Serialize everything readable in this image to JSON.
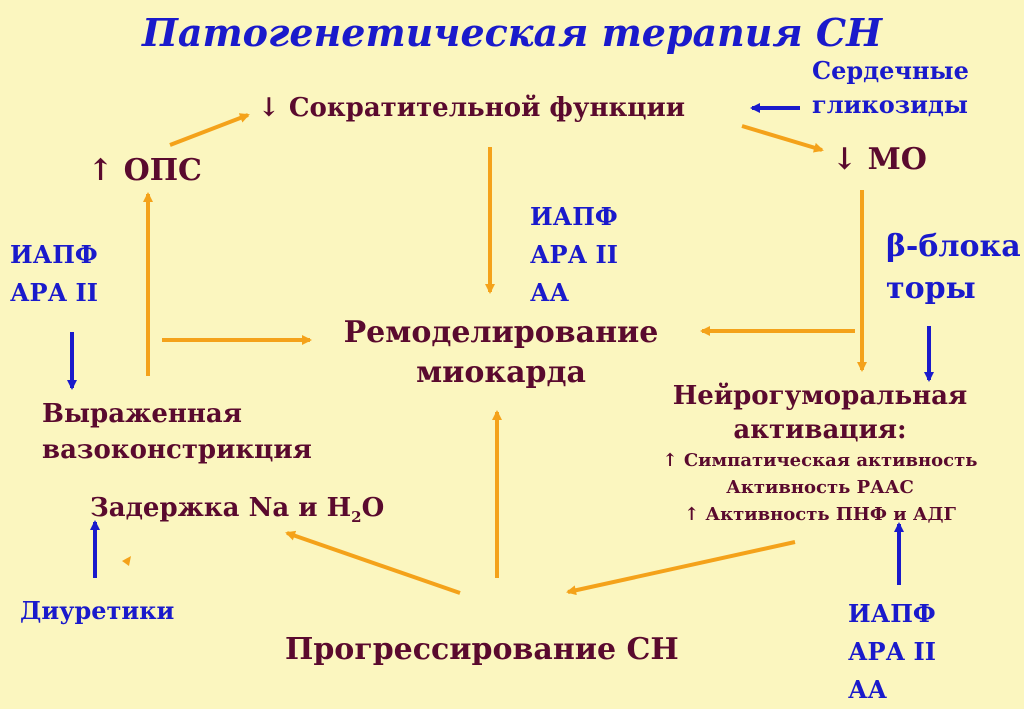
{
  "title": "Патогенетическая терапия СН",
  "nodes": {
    "contractility": "↓ Сократительной функции",
    "mo": "↓ МО",
    "ops": "↑ ОПС",
    "remodeling": [
      "Ремоделирование",
      "миокарда"
    ],
    "vasoconstriction": [
      "Выраженная",
      "вазоконстрикция"
    ],
    "na_retention_prefix": "Задержка Na и H",
    "na_retention_sub": "2",
    "na_retention_suffix": "O",
    "neuro_title": [
      "Нейрогуморальная",
      "активация:"
    ],
    "neuro_items": [
      "↑ Симпатическая активность",
      "Активность РААС",
      "↑ Активность ПНФ и АДГ"
    ],
    "progression": "Прогрессирование СН"
  },
  "drugs": {
    "glycosides": [
      "Сердечные",
      "гликозиды"
    ],
    "center": [
      "ИАПФ",
      "АРА II",
      "АА"
    ],
    "left": [
      "ИАПФ",
      "АРА II"
    ],
    "beta_blockers": [
      "β-блока",
      "торы"
    ],
    "diuretics": "Диуретики",
    "bottom_right": [
      "ИАПФ",
      "АРА II",
      "АА"
    ]
  },
  "colors": {
    "background": "#fbf6bf",
    "node_text": "#5a0a2e",
    "drug_text": "#1a1acb",
    "flow_arrow": "#f4a21a",
    "drug_arrow": "#1a1acb"
  }
}
